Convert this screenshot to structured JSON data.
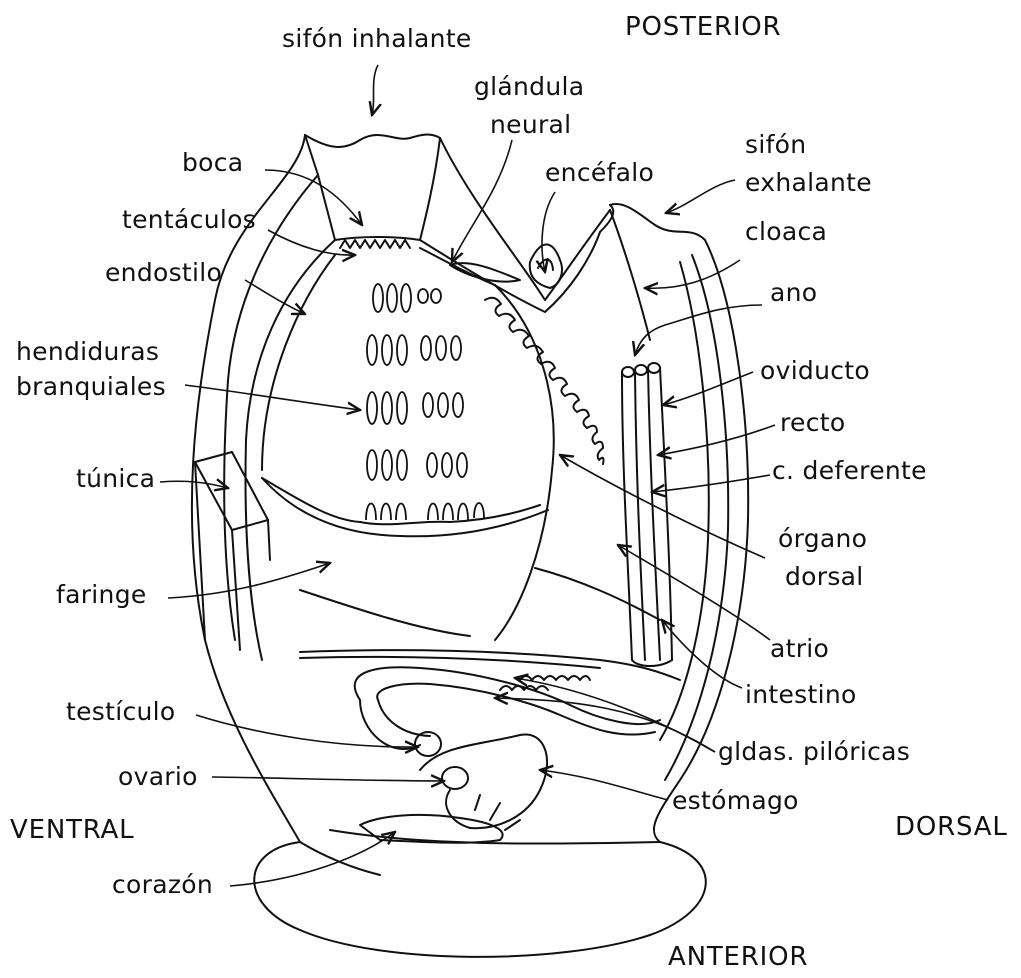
{
  "orientation": {
    "posterior": "POSTERIOR",
    "anterior": "ANTERIOR",
    "ventral": "VENTRAL",
    "dorsal": "DORSAL"
  },
  "labels": {
    "sifon_inhalante": "sifón inhalante",
    "glandula_neural": [
      "glándula",
      "neural"
    ],
    "encefalo": "encéfalo",
    "sifon_exhalante": [
      "sifón",
      "exhalante"
    ],
    "boca": "boca",
    "tentaculos": "tentáculos",
    "cloaca": "cloaca",
    "endostilo": "endostilo",
    "ano": "ano",
    "hendiduras_branquiales": [
      "hendiduras",
      "branquiales"
    ],
    "oviducto": "oviducto",
    "recto": "recto",
    "tunica": "túnica",
    "c_deferente": "c. deferente",
    "organo_dorsal": [
      "órgano",
      "dorsal"
    ],
    "faringe": "faringe",
    "atrio": "atrio",
    "intestino": "intestino",
    "testiculo": "testículo",
    "gldas_piloricas": "gldas. pilóricas",
    "ovario": "ovario",
    "estomago": "estómago",
    "corazon": "corazón"
  },
  "colors": {
    "line": "#111111",
    "background": "#ffffff"
  }
}
